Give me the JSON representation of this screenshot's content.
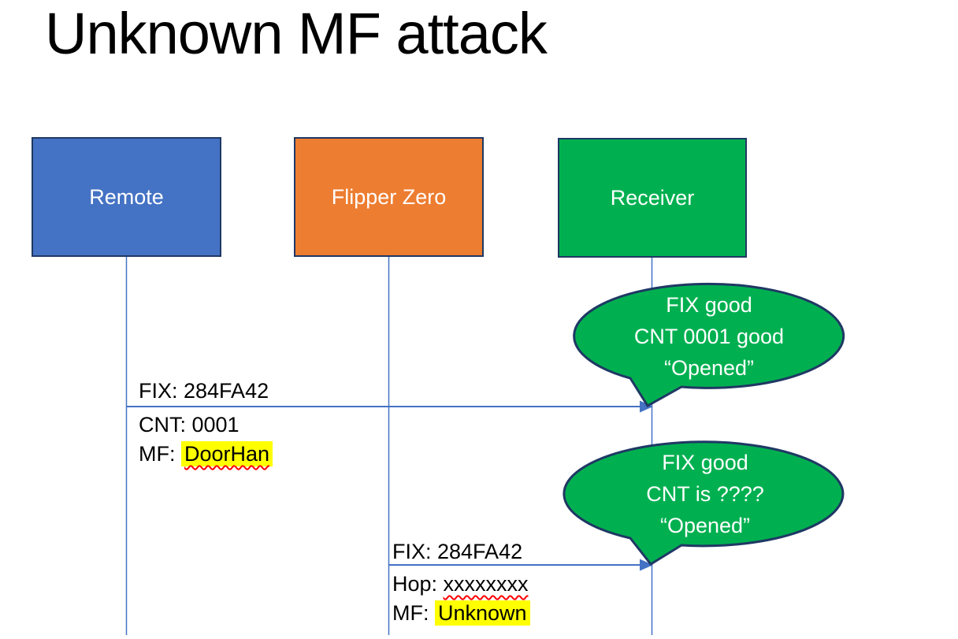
{
  "title": "Unknown MF attack",
  "actors": [
    {
      "label": "Remote"
    },
    {
      "label": "Flipper Zero"
    },
    {
      "label": "Receiver"
    }
  ],
  "messages": [
    {
      "above_label": "FIX: 284FA42",
      "line2_prefix": "CNT: ",
      "line2_value": "0001",
      "line3_prefix": "MF: ",
      "line3_value": "DoorHan"
    },
    {
      "above_label": "FIX: 284FA42",
      "line2_prefix": "Hop: ",
      "line2_value": "xxxxxxxx",
      "line3_prefix": "MF: ",
      "line3_value": "Unknown"
    }
  ],
  "bubbles": [
    {
      "lines": [
        "FIX good",
        "CNT 0001 good",
        "“Opened”"
      ]
    },
    {
      "lines": [
        "FIX good",
        "CNT is ????",
        "“Opened”"
      ]
    }
  ],
  "colors": {
    "actor_remote": "#4472C4",
    "actor_flipper": "#ED7D31",
    "actor_receiver": "#00B050",
    "bubble_fill": "#00B050",
    "border_navy": "#1F3864",
    "line_blue": "#4472C4",
    "highlight_yellow": "#FFFF00",
    "squiggle_red": "#FF0000"
  }
}
